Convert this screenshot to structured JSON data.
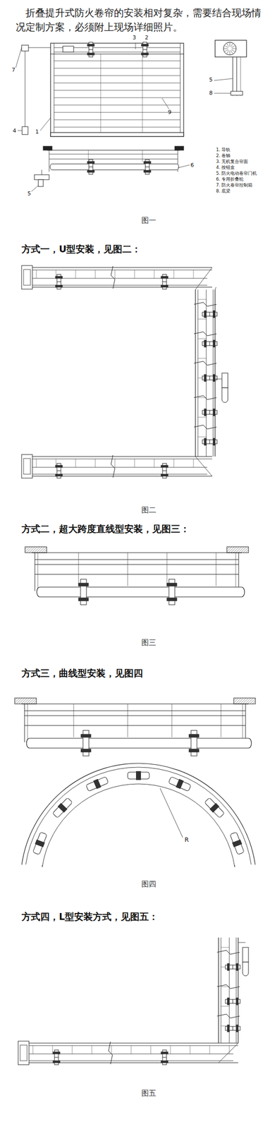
{
  "diagram": {
    "labels": [
      "折叠提升式防火卷帘的安装相对复杂，需要结合现场情况定制方案，必须附上现场详细照片。",
      "3",
      "2",
      "7",
      "5",
      "8",
      "1",
      "9",
      "4",
      "6",
      "1. 导轨",
      "2. 卷轴",
      "3. 无机复合帘面",
      "4. 按钮盒",
      "5. 防火电动卷帘门机",
      "6. 专用折叠轮",
      "7. 防火卷帘控制箱",
      "8. 底梁",
      "5",
      "图一",
      "方式一，U型安装，见图二：",
      "图二",
      "方式二，超大跨度直线型安装，见图三：",
      "图三",
      "方式三，曲线型安装，见图四",
      "R",
      "图四",
      "方式四，L型安装方式，见图五：",
      "图五"
    ]
  }
}
